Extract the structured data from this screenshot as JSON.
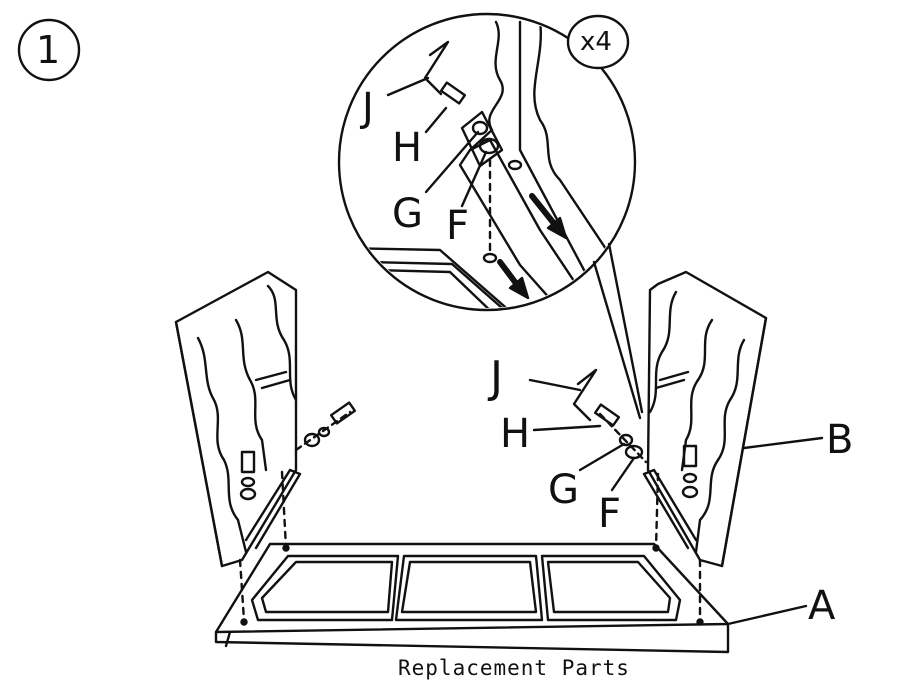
{
  "step": {
    "number": "1"
  },
  "detail": {
    "quantity": "x4"
  },
  "detail_labels": {
    "J": "J",
    "H": "H",
    "G": "G",
    "F": "F"
  },
  "main_labels": {
    "J": "J",
    "H": "H",
    "G": "G",
    "F": "F",
    "B": "B",
    "A": "A"
  },
  "caption": "Replacement  Parts"
}
